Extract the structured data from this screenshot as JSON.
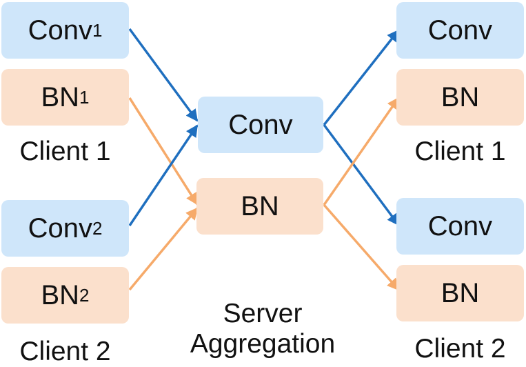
{
  "colors": {
    "conv_fill": "#cfe6fa",
    "bn_fill": "#fbe0cc",
    "conv_arrow": "#1f6fbf",
    "bn_arrow": "#f6aa6a"
  },
  "left": {
    "client1": {
      "conv": "Conv",
      "conv_sub": "1",
      "bn": "BN",
      "bn_sub": "1",
      "caption": "Client 1"
    },
    "client2": {
      "conv": "Conv",
      "conv_sub": "2",
      "bn": "BN",
      "bn_sub": "2",
      "caption": "Client 2"
    }
  },
  "server": {
    "conv": "Conv",
    "bn": "BN",
    "caption_line1": "Server",
    "caption_line2": "Aggregation"
  },
  "right": {
    "client1": {
      "conv": "Conv",
      "bn": "BN",
      "caption": "Client 1"
    },
    "client2": {
      "conv": "Conv",
      "bn": "BN",
      "caption": "Client 2"
    }
  }
}
